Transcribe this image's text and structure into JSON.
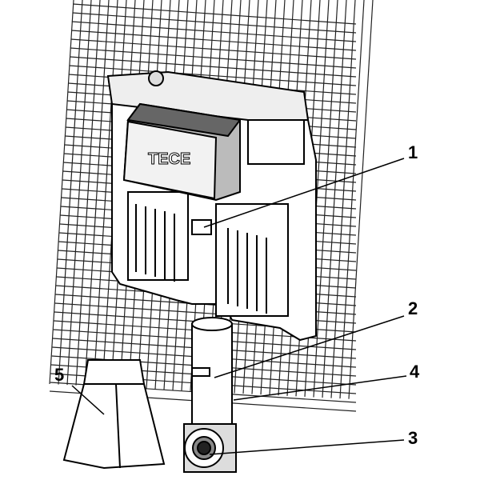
{
  "diagram": {
    "brand_logo": "TECE",
    "callouts": [
      {
        "label": "1"
      },
      {
        "label": "2"
      },
      {
        "label": "3"
      },
      {
        "label": "4"
      },
      {
        "label": "5"
      }
    ]
  }
}
